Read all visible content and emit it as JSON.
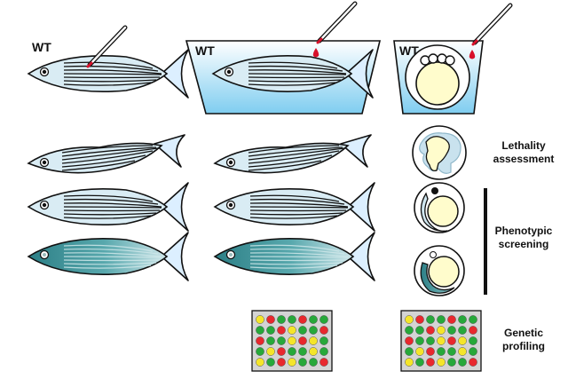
{
  "labels": {
    "wt_fish": "WT",
    "wt_tank": "WT",
    "wt_embryo": "WT",
    "lethality_line1": "Lethality",
    "lethality_line2": "assessment",
    "phenotypic_line1": "Phenotypic",
    "phenotypic_line2": "screening",
    "genetic_line1": "Genetic",
    "genetic_line2": "profiling"
  },
  "colors": {
    "fish_body": "#d9ecf4",
    "fish_tail": "#dcefff",
    "fish_outline": "#111111",
    "fish_teal": "#2e8a8e",
    "water_top": "#ffffff",
    "water_bottom": "#7fcdf0",
    "yolk": "#fffccc",
    "injection_drop": "#d8102a",
    "well_red": "#e8282e",
    "well_green": "#27a83a",
    "well_yellow": "#f4e52a",
    "plate_bg": "#d4d4d4"
  },
  "plates": {
    "left": [
      [
        "yellow",
        "red",
        "green",
        "green",
        "red",
        "green",
        "green"
      ],
      [
        "green",
        "green",
        "red",
        "yellow",
        "green",
        "green",
        "red"
      ],
      [
        "red",
        "green",
        "green",
        "yellow",
        "red",
        "yellow",
        "green"
      ],
      [
        "green",
        "yellow",
        "red",
        "green",
        "green",
        "yellow",
        "green"
      ],
      [
        "yellow",
        "green",
        "red",
        "yellow",
        "green",
        "green",
        "red"
      ]
    ],
    "right": [
      [
        "yellow",
        "red",
        "green",
        "green",
        "red",
        "green",
        "green"
      ],
      [
        "green",
        "green",
        "red",
        "yellow",
        "green",
        "green",
        "red"
      ],
      [
        "red",
        "green",
        "green",
        "yellow",
        "red",
        "yellow",
        "green"
      ],
      [
        "green",
        "yellow",
        "red",
        "green",
        "green",
        "yellow",
        "green"
      ],
      [
        "yellow",
        "green",
        "red",
        "yellow",
        "green",
        "green",
        "red"
      ]
    ]
  }
}
